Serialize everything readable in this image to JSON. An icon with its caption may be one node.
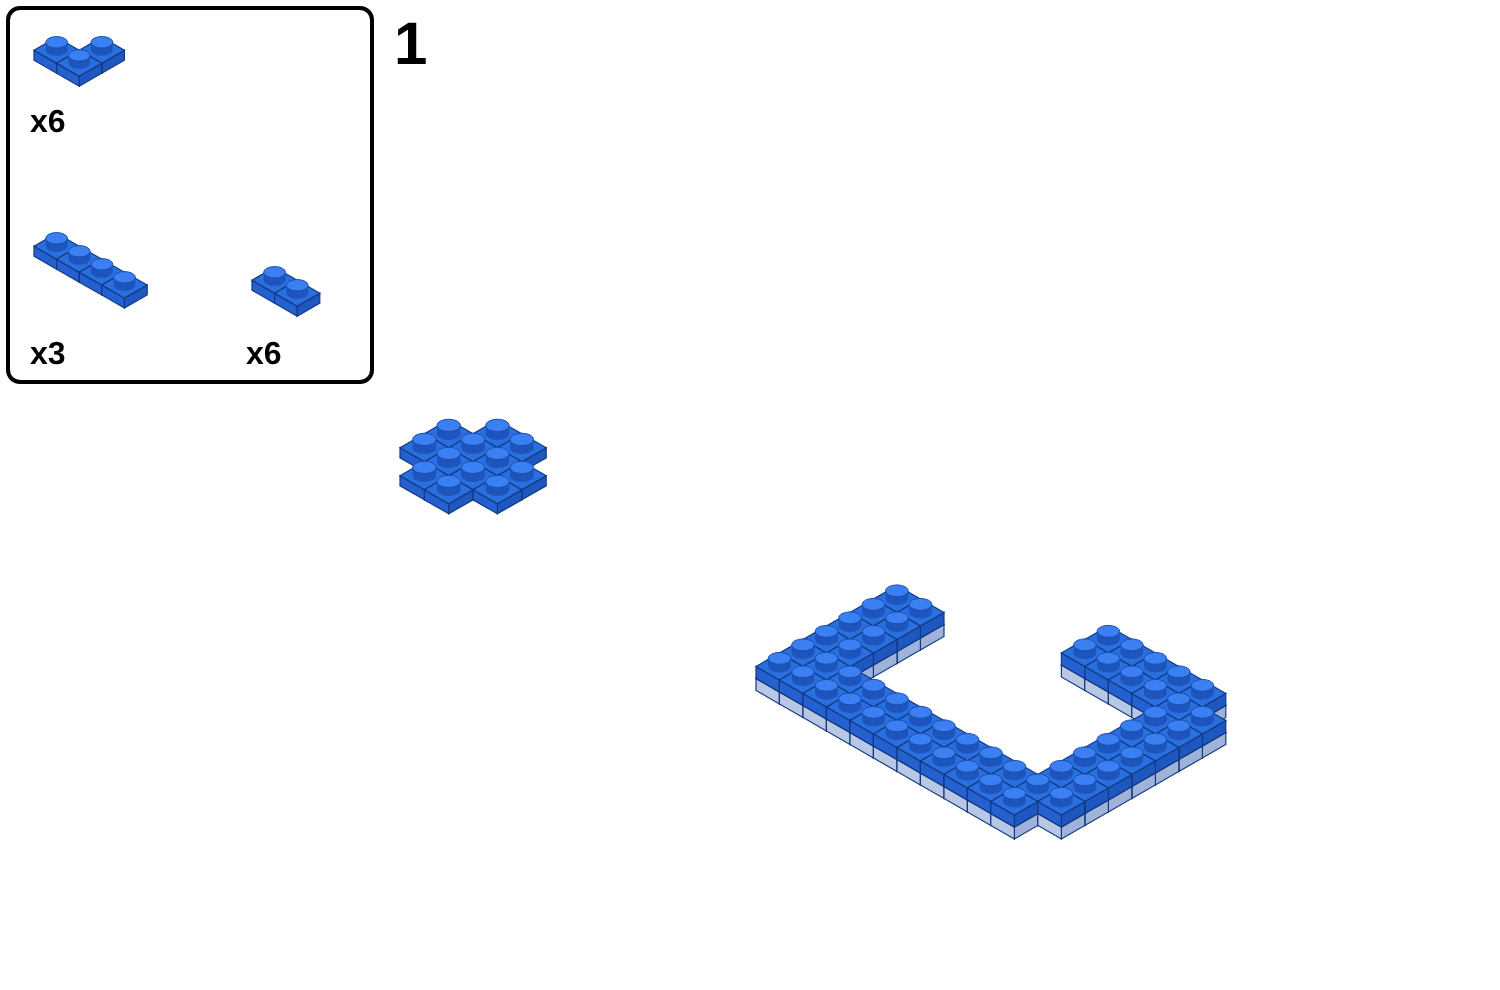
{
  "diagram": {
    "nodes": [
      {
        "text": [
          "x6",
          "x3",
          "x6"
        ]
      }
    ],
    "edges": [],
    "labels": [
      "1"
    ]
  }
}
